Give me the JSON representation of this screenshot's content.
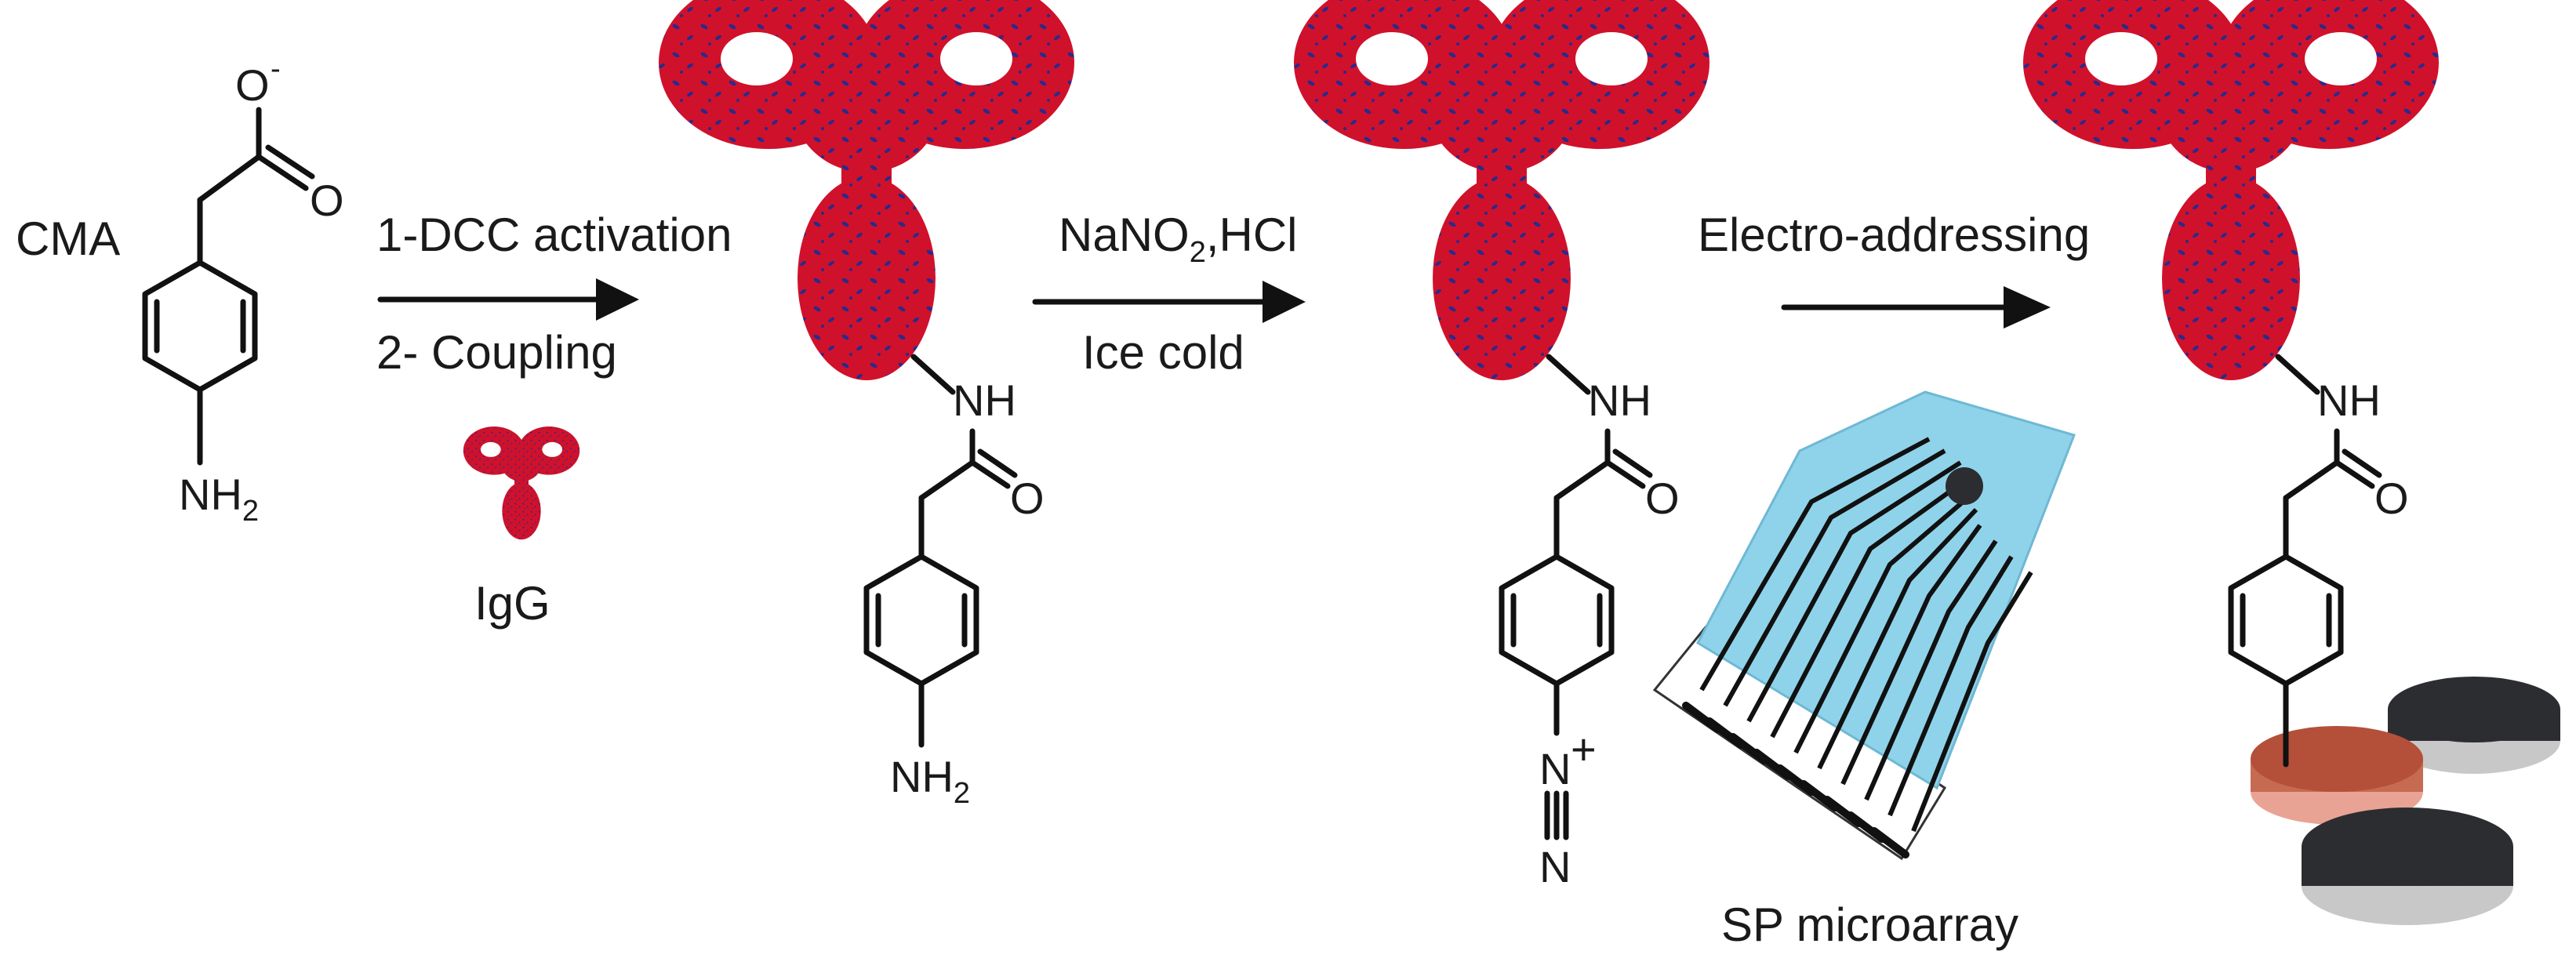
{
  "labels": {
    "cma": "CMA",
    "step1_line1": "1-DCC activation",
    "step1_line2": "2- Coupling",
    "igg": "IgG",
    "step2_line1_main": "NaNO",
    "step2_line1_sub": "2",
    "step2_line1_rest": ",HCl",
    "step2_line2": "Ice cold",
    "step3": "Electro-addressing",
    "microarray": "SP microarray"
  },
  "atoms": {
    "carboxylate_o": "O",
    "charge_minus": "-",
    "oxygen": "O",
    "amine_main": "NH",
    "amine_sub": "2",
    "amide_nh": "NH",
    "diazonium_n": "N",
    "charge_plus": "+",
    "terminal_n": "N"
  },
  "colors": {
    "antibody": "#d0112b",
    "antibody_dots": "#2a2a8c",
    "microarray_substrate": "#8fd3ea",
    "electrode_dark": "#2b2d31",
    "electrode_active": "#b4503a",
    "ink": "#111111"
  }
}
